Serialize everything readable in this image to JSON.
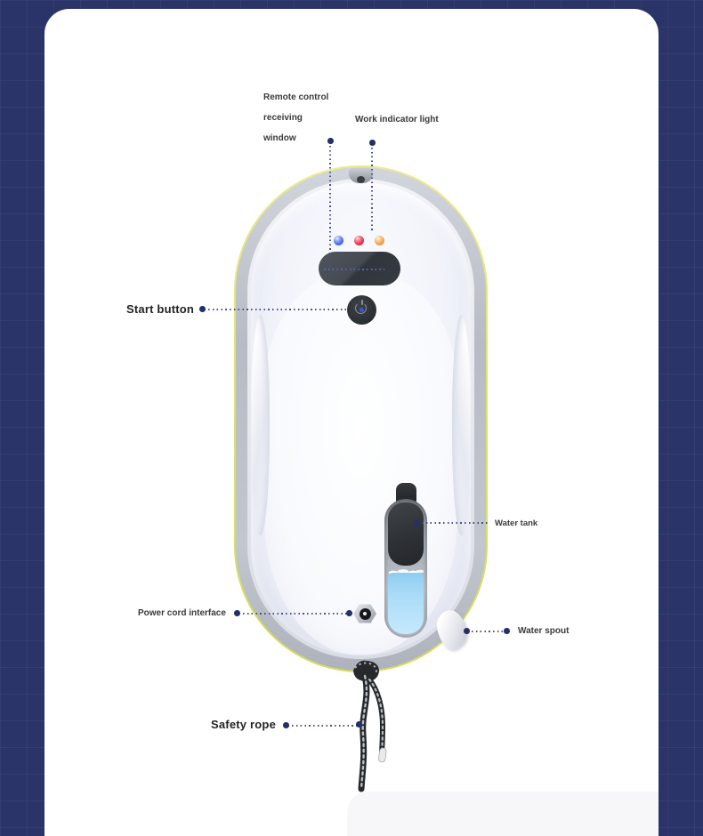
{
  "page": {
    "background_color": "#2a3468",
    "grid_line_color": "#3a4478",
    "card_color": "#ffffff",
    "next_section_color": "#f7f7f9"
  },
  "robot": {
    "outline_color": "#dfe26a",
    "rim_color": "#b7bbc5",
    "body_color": "#f1f3fa",
    "display_color": "#3a3e45",
    "indicator_led_colors": {
      "led_1": "#4b6ef0",
      "led_2": "#ea3550",
      "led_3": "#f2a453"
    },
    "water_color": "#a9dbf8",
    "leader_dot_color": "#25306b"
  },
  "callouts": {
    "remote_window": {
      "line1": "Remote control",
      "line2": "receiving",
      "line3": "window"
    },
    "work_light": "Work indicator light",
    "start_button": "Start button",
    "water_tank": "Water tank",
    "power_cord": "Power cord interface",
    "water_spout": "Water spout",
    "safety_rope": "Safety rope"
  }
}
